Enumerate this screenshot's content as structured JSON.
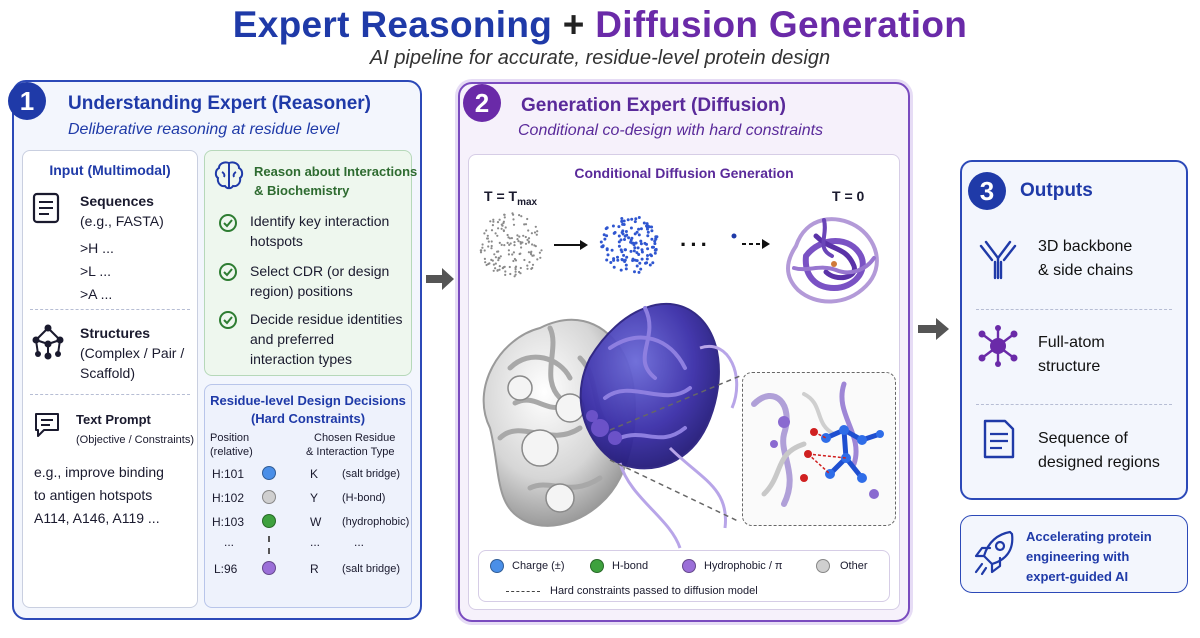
{
  "title": {
    "part1": "Expert Reasoning",
    "plus": "+",
    "part2": "Diffusion Generation"
  },
  "subtitle": "AI pipeline for accurate, residue-level protein design",
  "panel1": {
    "number": "1",
    "title": "Understanding Expert (Reasoner)",
    "subtitle": "Deliberative reasoning at residue level",
    "input": {
      "title": "Input (Multimodal)",
      "sequences": {
        "label": "Sequences",
        "detail": "(e.g., FASTA)",
        "lines": [
          ">H ...",
          ">L ...",
          ">A ..."
        ]
      },
      "structures": {
        "label": "Structures",
        "detail1": "(Complex / Pair /",
        "detail2": "Scaffold)"
      },
      "text_prompt": {
        "label": "Text Prompt",
        "detail": "(Objective / Constraints)",
        "example": [
          "e.g., improve binding",
          "to antigen hotspots",
          "A114, A146, A119 ..."
        ]
      }
    },
    "reason": {
      "title1": "Reason about Interactions",
      "title2": "& Biochemistry",
      "items": [
        [
          "Identify key interaction",
          "hotspots"
        ],
        [
          "Select CDR (or design",
          "region) positions"
        ],
        [
          "Decide residue identities",
          "and preferred",
          "interaction types"
        ]
      ]
    },
    "decisions": {
      "title1": "Residue-level Design Decisions",
      "title2": "(Hard Constraints)",
      "col1a": "Position",
      "col1b": "(relative)",
      "col2a": "Chosen Residue",
      "col2b": "& Interaction Type",
      "rows": [
        {
          "pos": "H:101",
          "res": "K",
          "type": "(salt bridge)",
          "color": "#4a8fe8"
        },
        {
          "pos": "H:102",
          "res": "Y",
          "type": "(H-bond)",
          "color": "#cfcfcf"
        },
        {
          "pos": "H:103",
          "res": "W",
          "type": "(hydrophobic)",
          "color": "#3ea13e"
        },
        {
          "pos": "L:96",
          "res": "R",
          "type": "(salt bridge)",
          "color": "#9b6fd8"
        }
      ],
      "ellipsis": "..."
    }
  },
  "panel2": {
    "number": "2",
    "title": "Generation Expert (Diffusion)",
    "subtitle": "Conditional co-design with hard constraints",
    "inner_title": "Conditional Diffusion Generation",
    "t_max": {
      "prefix": "T = T",
      "subscript": "max"
    },
    "t_zero": "T = 0",
    "legend": [
      {
        "label": "Charge (±)",
        "color": "#4a8fe8"
      },
      {
        "label": "H-bond",
        "color": "#3ea13e"
      },
      {
        "label": "Hydrophobic / π",
        "color": "#9b6fd8"
      },
      {
        "label": "Other",
        "color": "#cfcfcf"
      }
    ],
    "legend_note": "Hard constraints passed to diffusion model"
  },
  "panel3": {
    "number": "3",
    "title": "Outputs",
    "items": [
      {
        "line1": "3D backbone",
        "line2": "& side chains",
        "icon": "antibody-icon"
      },
      {
        "line1": "Full-atom",
        "line2": "structure",
        "icon": "molecule-icon"
      },
      {
        "line1": "Sequence of",
        "line2": "designed regions",
        "icon": "document-icon"
      }
    ]
  },
  "callout": {
    "line1": "Accelerating protein",
    "line2": "engineering with",
    "line3": "expert-guided AI",
    "icon": "rocket-icon"
  },
  "colors": {
    "blue": "#1f3aa8",
    "purple": "#6a2aa8",
    "green": "#2e7d32"
  }
}
